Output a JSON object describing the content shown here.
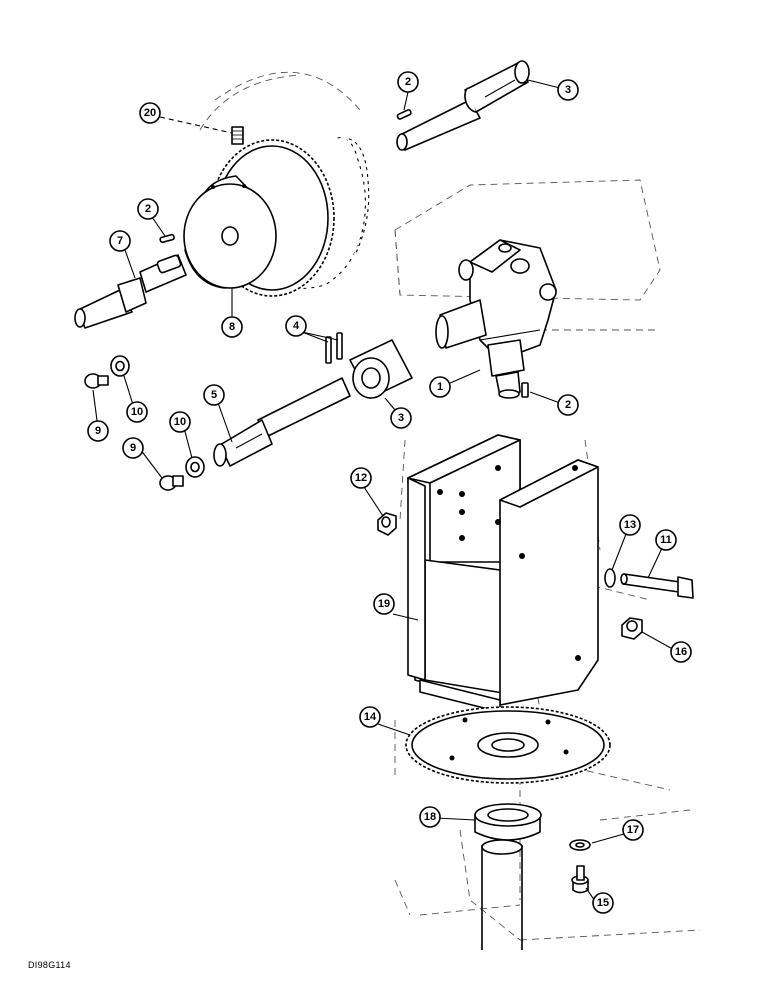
{
  "drawing_code": "DI98G114",
  "callouts": [
    {
      "label": "20"
    },
    {
      "label": "2"
    },
    {
      "label": "3"
    },
    {
      "label": "2"
    },
    {
      "label": "7"
    },
    {
      "label": "8"
    },
    {
      "label": "4"
    },
    {
      "label": "1"
    },
    {
      "label": "2"
    },
    {
      "label": "10"
    },
    {
      "label": "9"
    },
    {
      "label": "5"
    },
    {
      "label": "10"
    },
    {
      "label": "9"
    },
    {
      "label": "3"
    },
    {
      "label": "12"
    },
    {
      "label": "13"
    },
    {
      "label": "11"
    },
    {
      "label": "19"
    },
    {
      "label": "16"
    },
    {
      "label": "14"
    },
    {
      "label": "18"
    },
    {
      "label": "17"
    },
    {
      "label": "15"
    }
  ]
}
